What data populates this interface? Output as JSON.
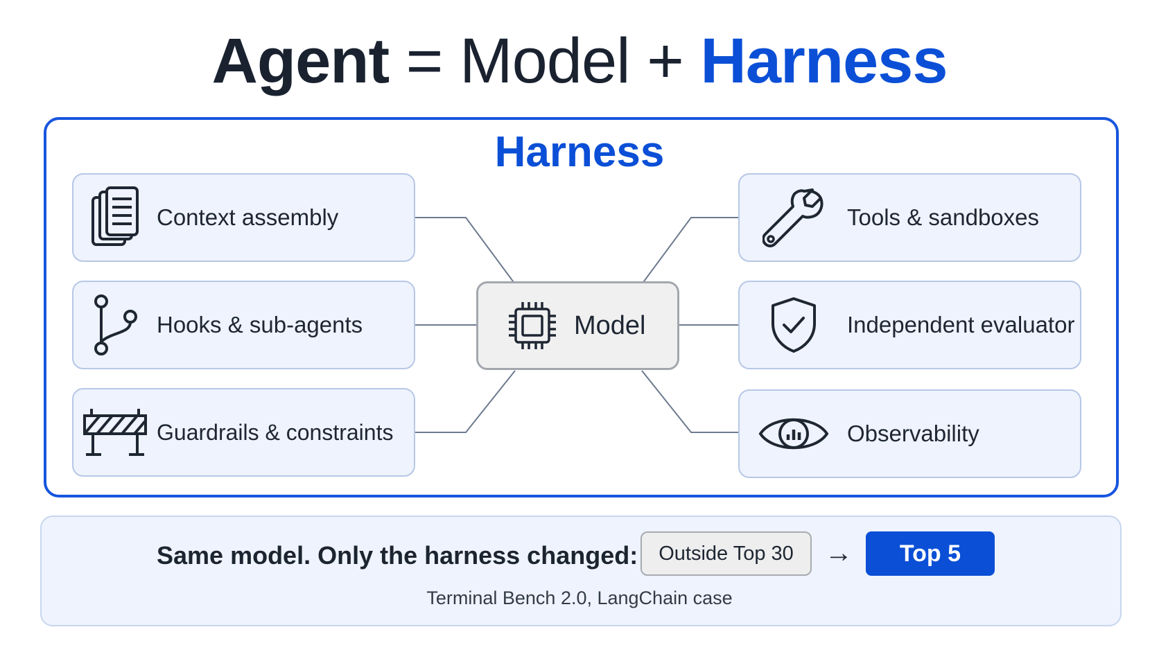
{
  "title": {
    "agent": "Agent",
    "equals": "=",
    "model": "Model",
    "plus": "+",
    "harness": "Harness"
  },
  "harness_section": {
    "label": "Harness",
    "left_components": [
      {
        "label": "Context assembly",
        "icon": "document-stack-icon"
      },
      {
        "label": "Hooks & sub-agents",
        "icon": "git-branch-icon"
      },
      {
        "label": "Guardrails & constraints",
        "icon": "barrier-icon"
      }
    ],
    "right_components": [
      {
        "label": "Tools & sandboxes",
        "icon": "wrench-icon"
      },
      {
        "label": "Independent evaluator",
        "icon": "shield-check-icon"
      },
      {
        "label": "Observability",
        "icon": "eye-chart-icon"
      }
    ],
    "center": {
      "label": "Model",
      "icon": "chip-icon"
    }
  },
  "footer": {
    "statement": "Same model. Only the harness changed:",
    "before": "Outside Top 30",
    "arrow": "→",
    "after": "Top 5",
    "caption": "Terminal Bench 2.0, LangChain case"
  },
  "colors": {
    "accent": "#0b4fd6",
    "frame": "#1655de",
    "box_fill": "#eef3fd",
    "box_border": "#b7c7e6",
    "model_fill": "#f0f0f1",
    "connector": "#6c7a8e"
  }
}
